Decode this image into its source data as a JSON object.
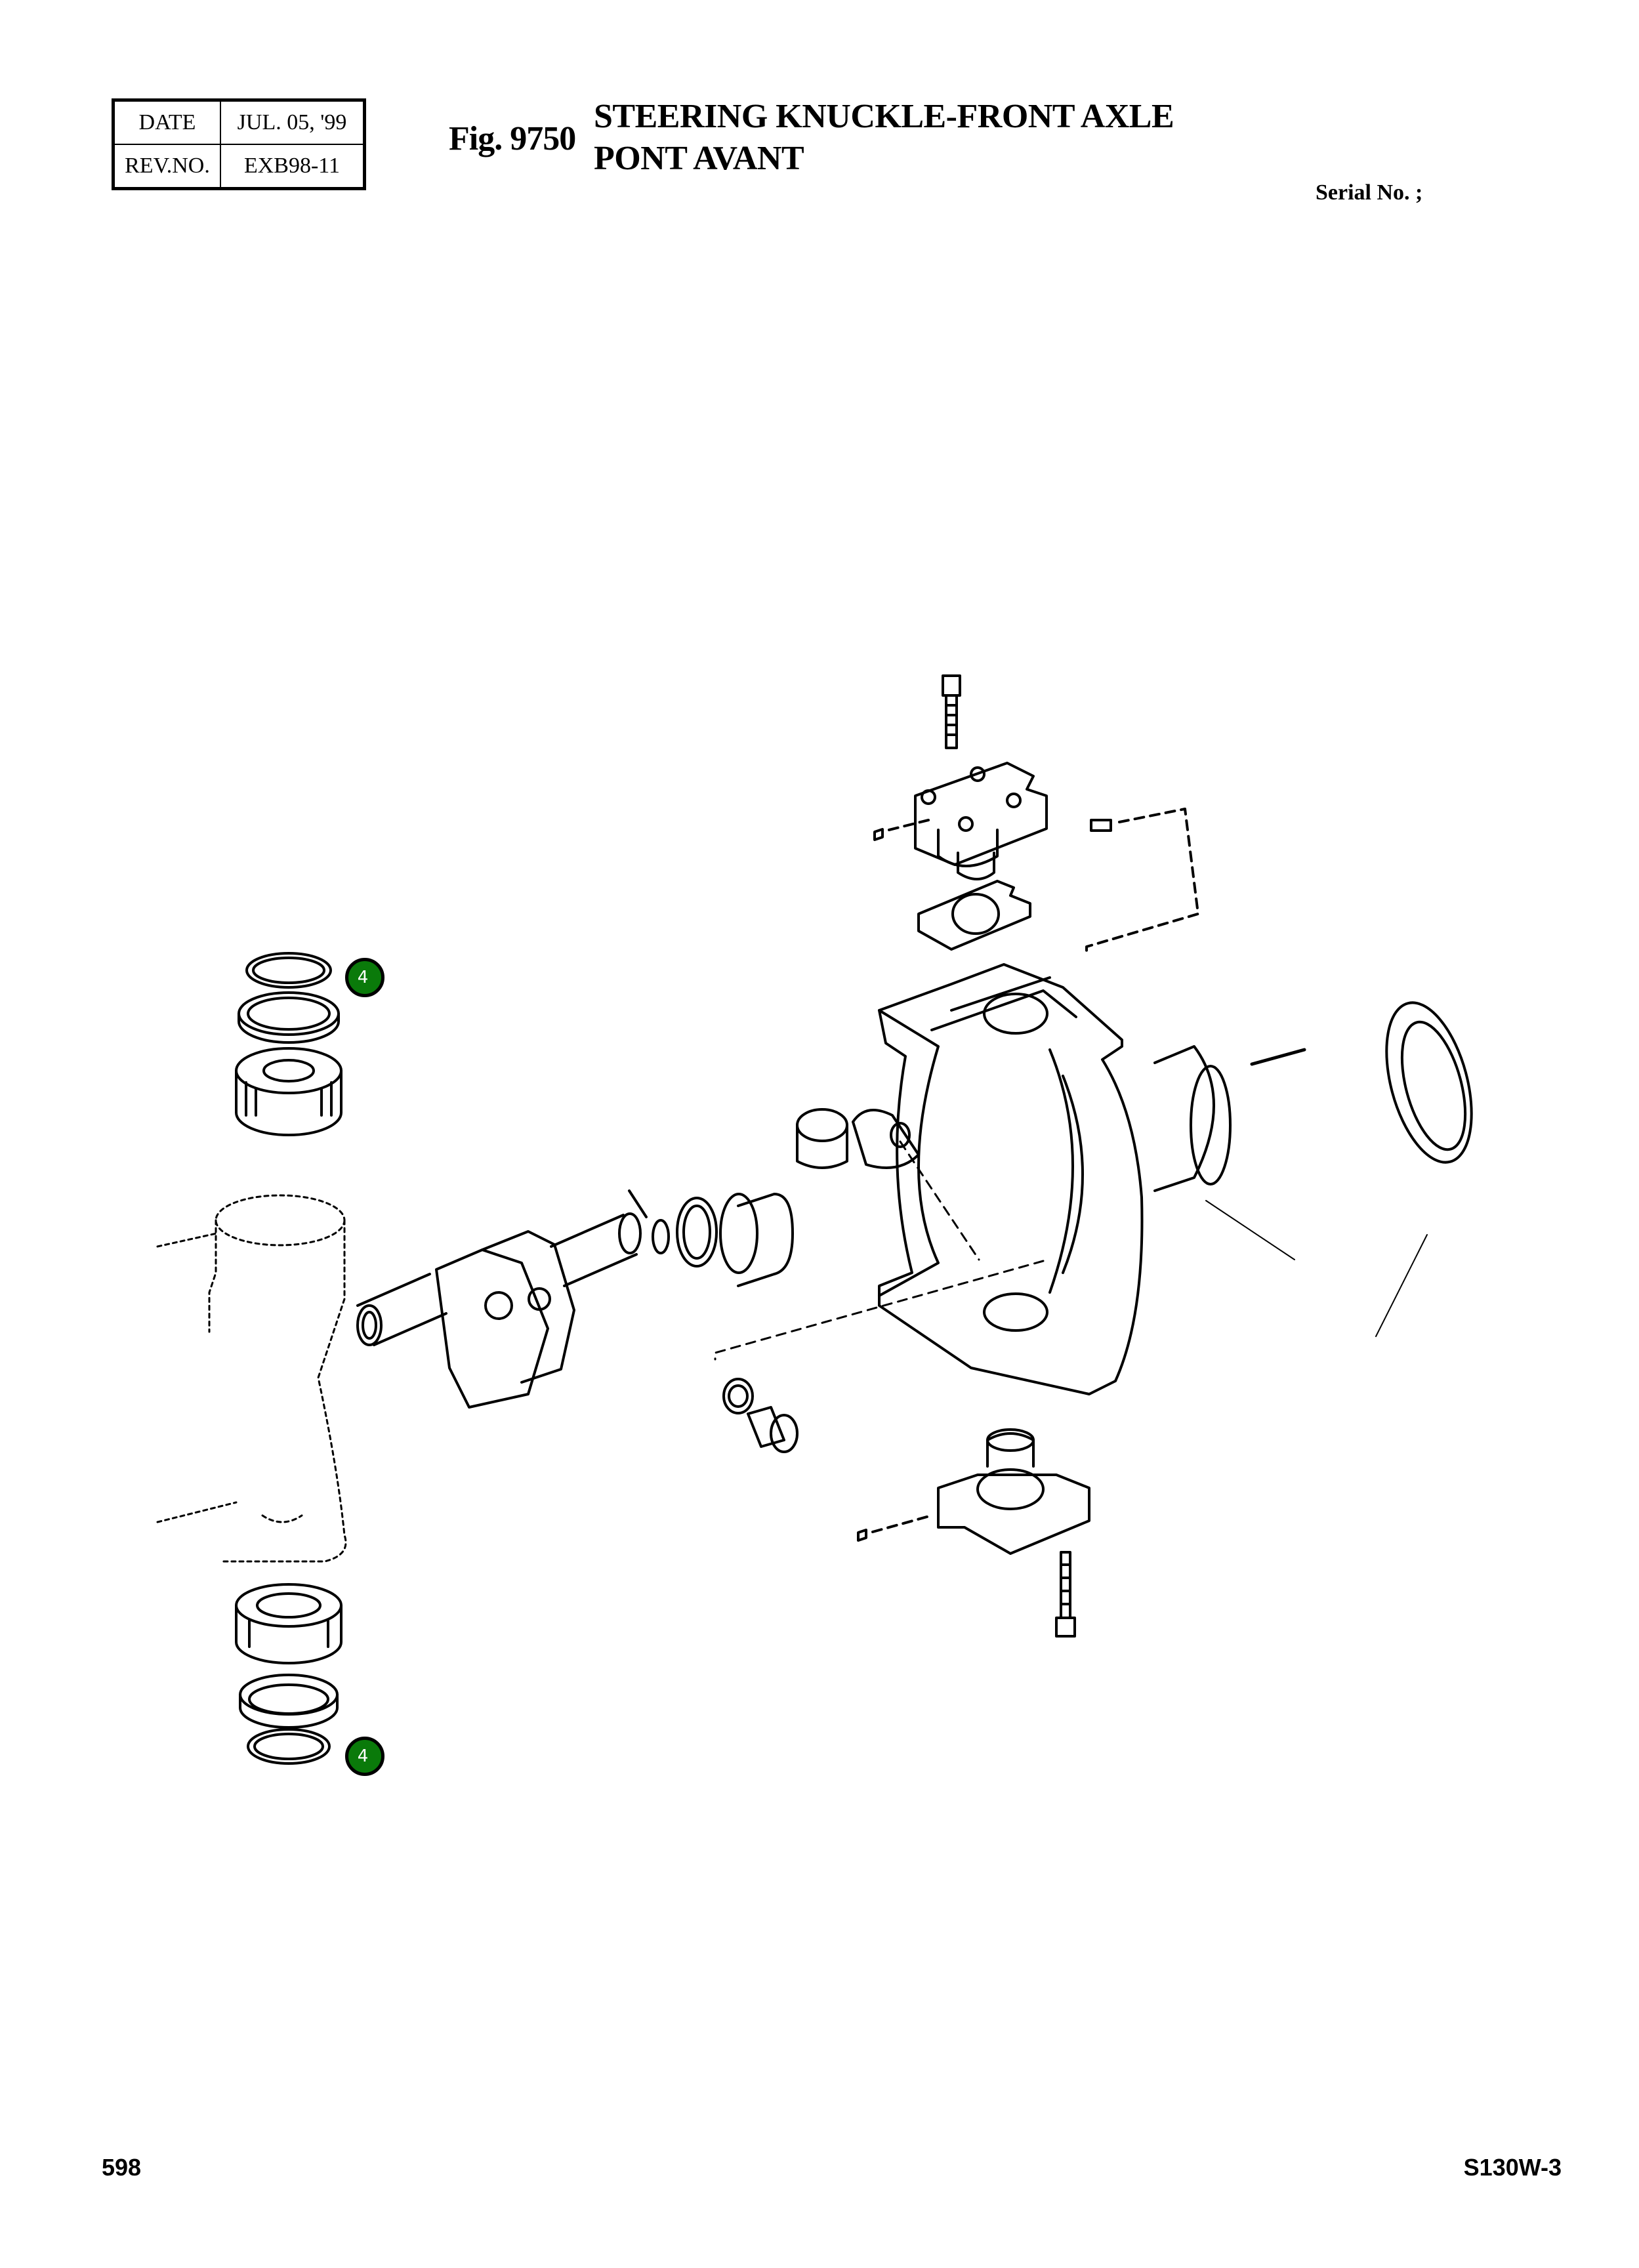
{
  "header": {
    "date_label": "DATE",
    "date_value": "JUL. 05, '99",
    "rev_label": "REV.NO.",
    "rev_value": "EXB98-11",
    "figure_number": "Fig. 9750",
    "title_en": "STEERING KNUCKLE-FRONT AXLE",
    "title_fr": "PONT AVANT",
    "serial_label": "Serial No. ;"
  },
  "callouts": [
    {
      "label": "4",
      "position": "upper-left bearing set"
    },
    {
      "label": "4",
      "position": "lower-left bearing set"
    }
  ],
  "colors": {
    "callout_fill": "#0a7a0a",
    "callout_border": "#000000",
    "line": "#000000"
  },
  "footer": {
    "page_number": "598",
    "model": "S130W-3"
  }
}
